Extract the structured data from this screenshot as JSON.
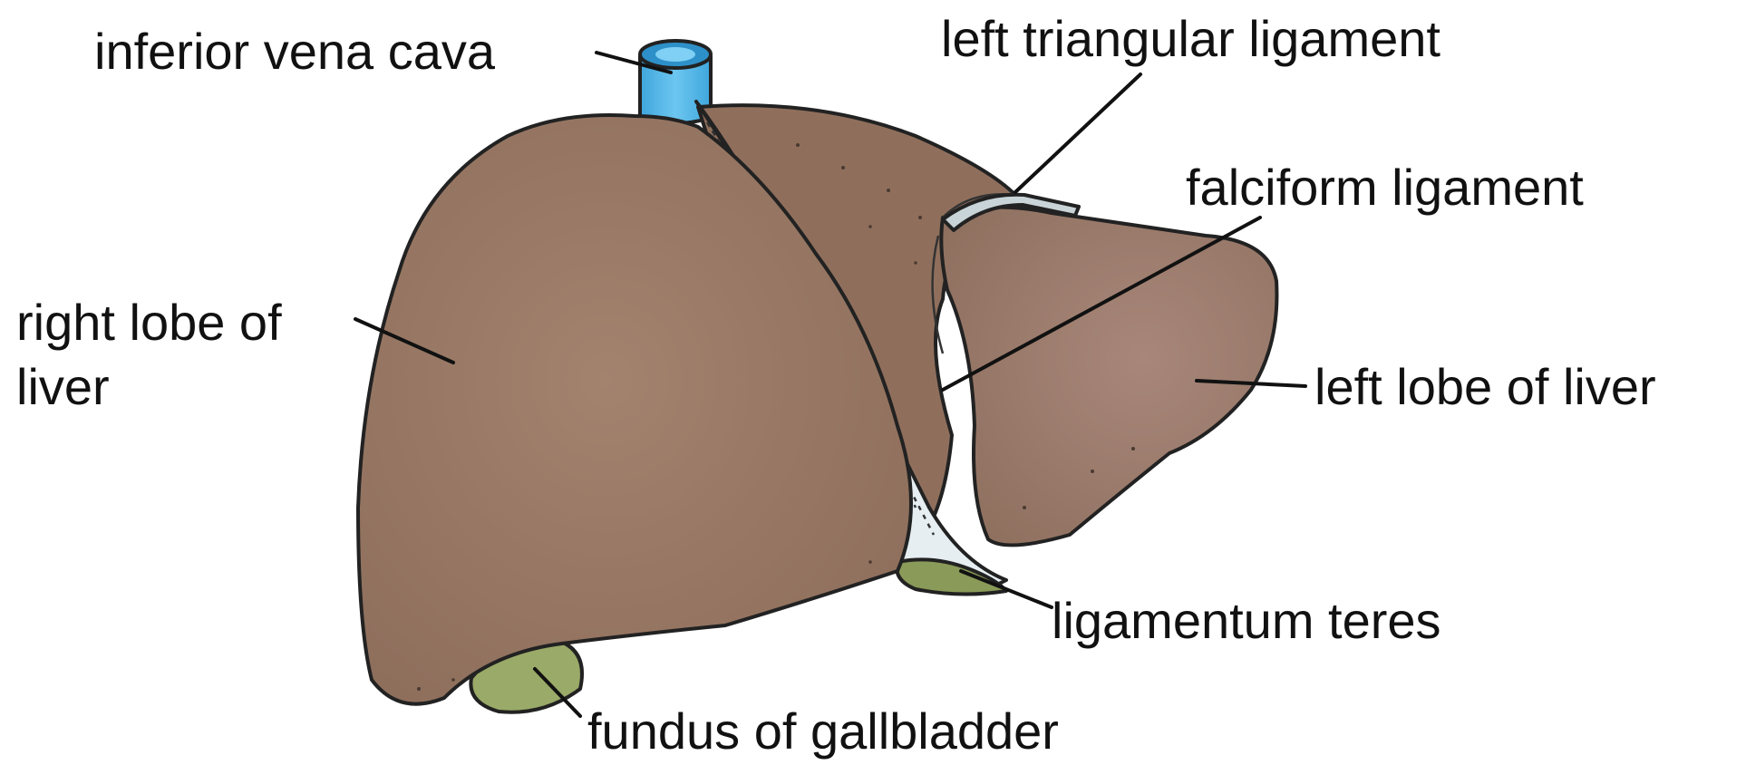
{
  "labels": {
    "inferior_vena_cava": "inferior vena cava",
    "left_triangular_ligament": "left triangular ligament",
    "falciform_ligament": "falciform ligament",
    "right_lobe_line1": "right lobe of",
    "right_lobe_line2": "liver",
    "left_lobe": "left lobe of liver",
    "ligamentum_teres": "ligamentum teres",
    "fundus_gallbladder": "fundus of gallbladder"
  },
  "colors": {
    "liver": "#9b7b68",
    "liver_shadow": "#8c6e5c",
    "vena_cava": "#59b8e8",
    "vena_cava_top": "#3a9fd4",
    "gallbladder": "#9aaa68",
    "ligament": "#e6eef2",
    "ink": "#111111",
    "background": "#ffffff"
  }
}
